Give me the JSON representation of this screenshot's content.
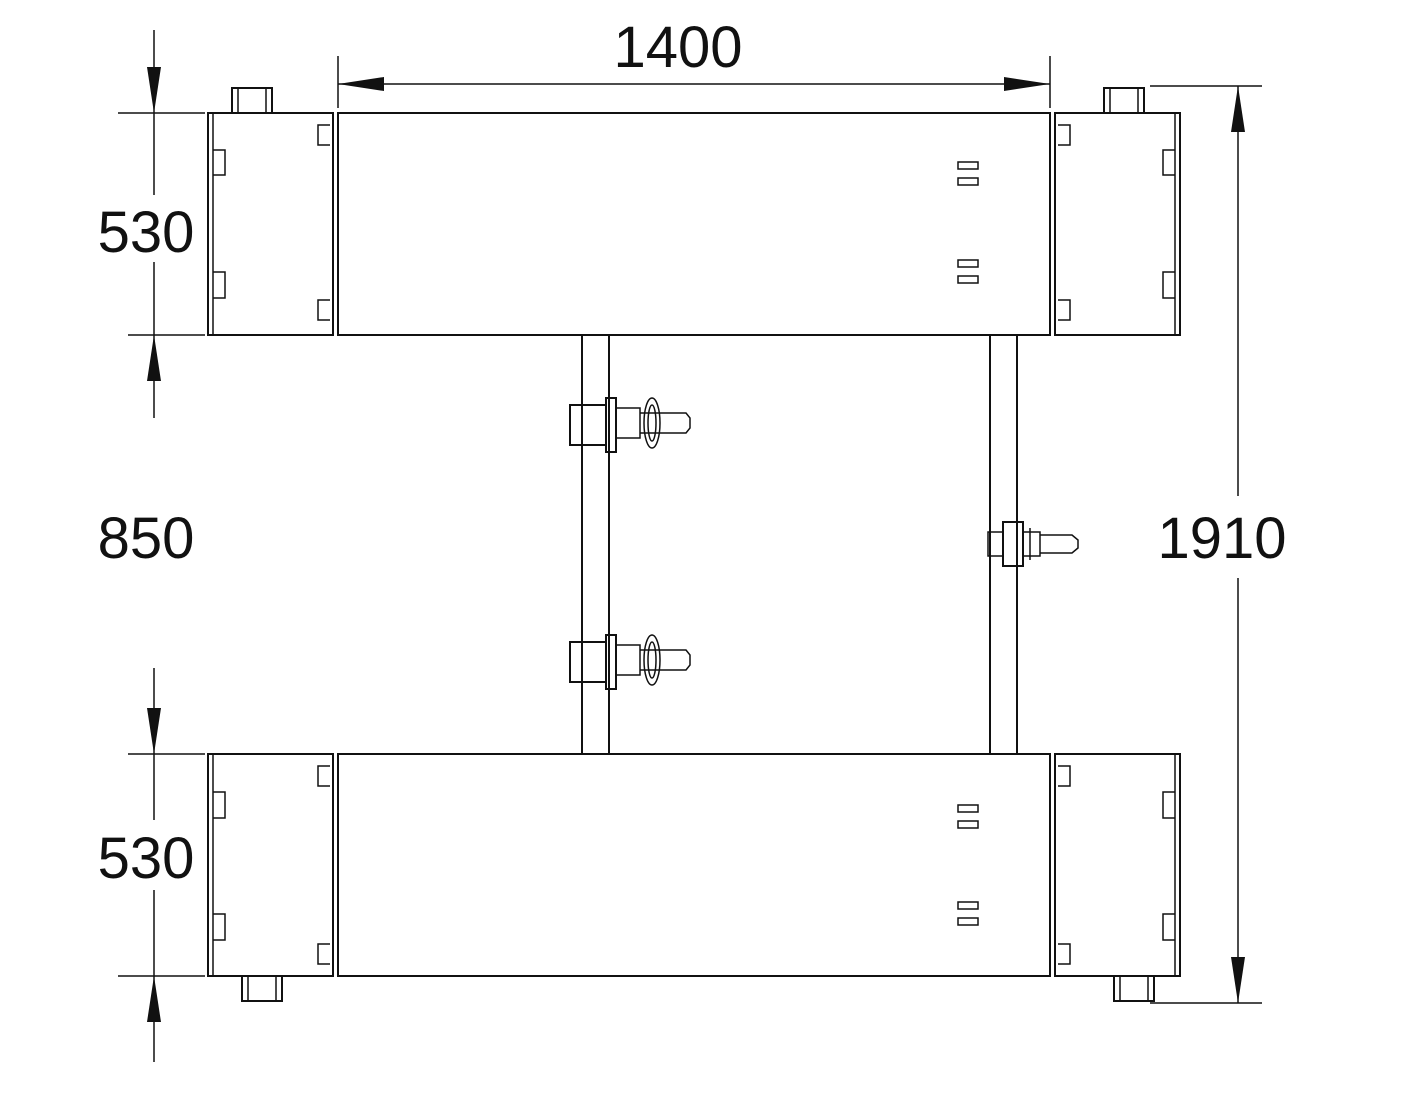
{
  "dimensions": {
    "width_top": "1400",
    "height_top_module": "530",
    "gap_middle": "850",
    "height_bottom_module": "530",
    "total_height": "1910"
  },
  "colors": {
    "line": "#111111",
    "background": "#ffffff"
  }
}
